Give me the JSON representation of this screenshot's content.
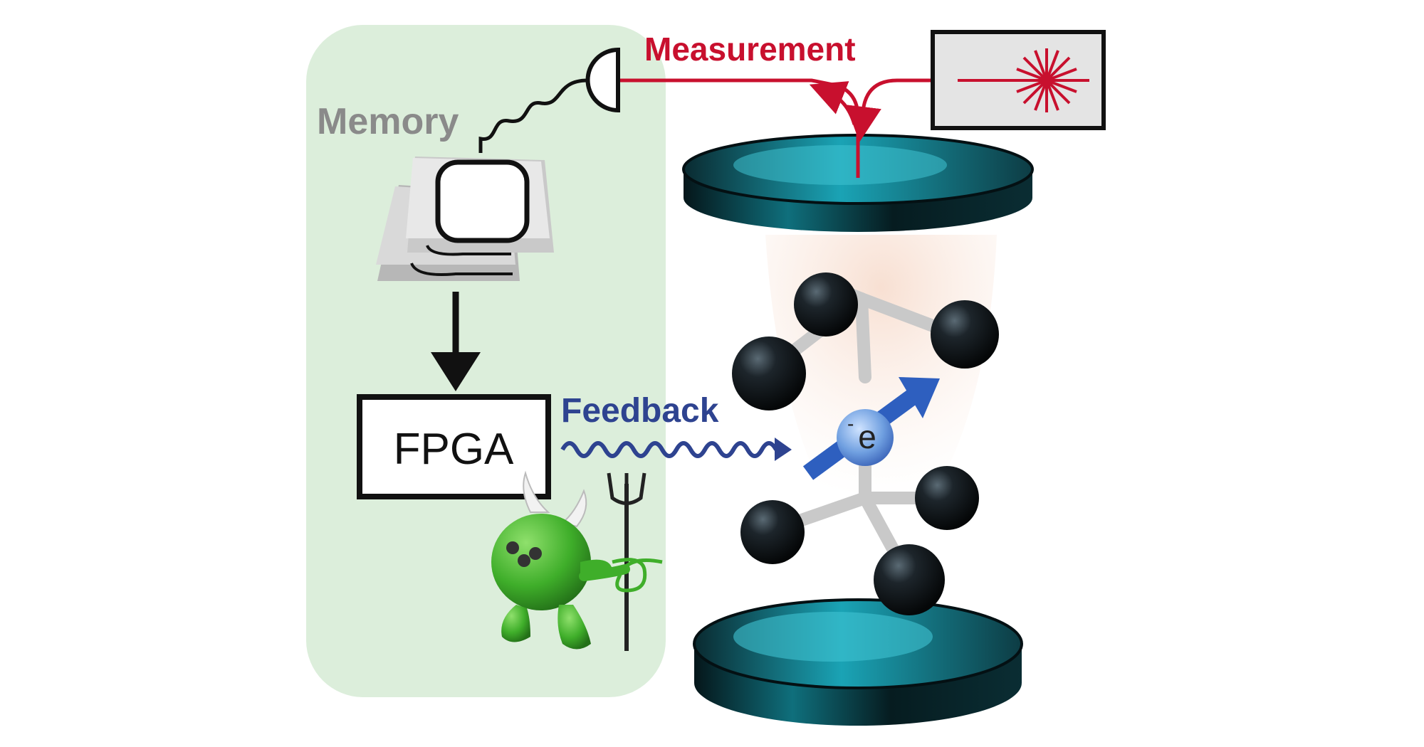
{
  "labels": {
    "measurement": "Measurement",
    "memory": "Memory",
    "fpga": "FPGA",
    "feedback": "Feedback",
    "electron": "e",
    "electron_charge": "-"
  },
  "colors": {
    "measurement": "#c8102e",
    "memory": "#8a8a8a",
    "feedback": "#2e4390",
    "panel": "#dceedb",
    "mirror": "#1aa3b5",
    "demon": "#3fae2a"
  },
  "icons": {
    "detector": "photodetector-icon",
    "laser": "laser-source-icon",
    "memory": "memory-stack-icon",
    "demon": "maxwell-demon-icon",
    "molecule": "molecule-cage-icon",
    "spin": "spin-arrow-icon"
  }
}
